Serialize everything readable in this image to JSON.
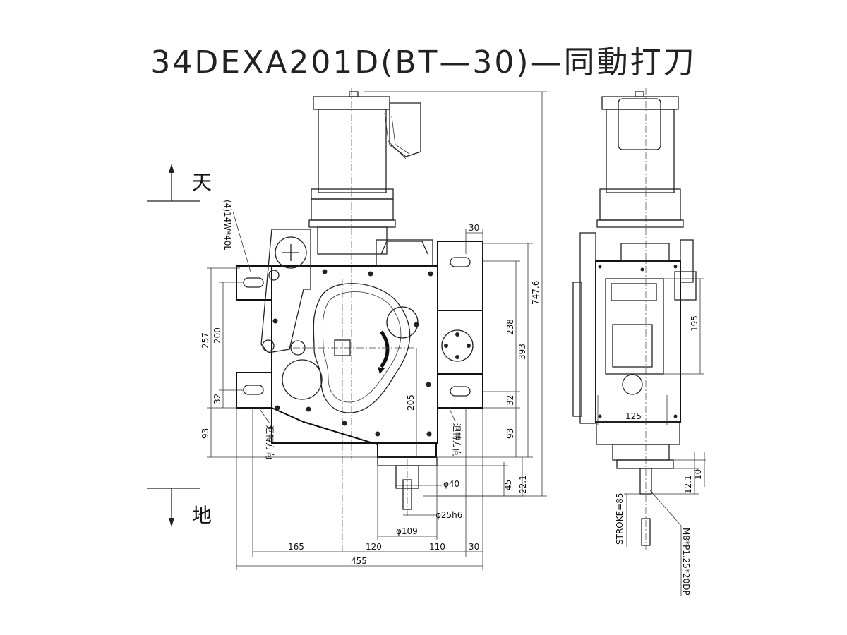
{
  "title": "34DEXA201D(BT—30)—同動打刀",
  "direction_labels": {
    "up": "天",
    "down": "地"
  },
  "dimensions": {
    "d30_top": "30",
    "d747_6": "747.6",
    "d257": "257",
    "d200": "200",
    "d32_left": "32",
    "d93_left": "93",
    "d238": "238",
    "d393": "393",
    "d32_right": "32",
    "d93_right": "93",
    "d205": "205",
    "d45": "45",
    "d22_1": "22.1",
    "d40": "φ40",
    "d25h6": "φ25h6",
    "d109": "φ109",
    "d165": "165",
    "d120": "120",
    "d110": "110",
    "d30_bottom": "30",
    "d455": "455",
    "d195": "195",
    "d125": "125",
    "d12_1": "12.1",
    "d10": "10"
  },
  "notes": {
    "mount_holes": "(4)14W*40L",
    "rotation_label_left": "迴轉方向",
    "rotation_label_right": "迴轉方向",
    "stroke": "STROKE=85",
    "thread": "M8*P1.25*20DP"
  }
}
